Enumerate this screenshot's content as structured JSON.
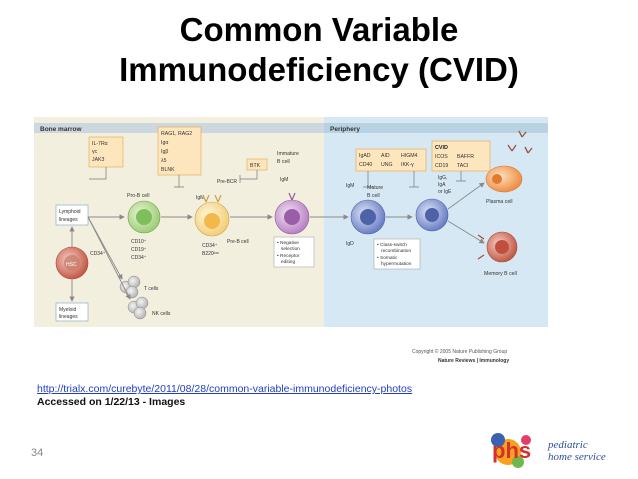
{
  "slide": {
    "title_line1": "Common Variable",
    "title_line2": "Immunodeficiency (CVID)",
    "source_url": "http://trialx.com/curebyte/2011/08/28/common-variable-immunodeficiency-photos",
    "accessed": "Accessed on 1/22/13 - Images",
    "page_number": "34"
  },
  "figure": {
    "regions": {
      "bone_marrow": "Bone marrow",
      "periphery": "Periphery"
    },
    "boxes": {
      "il7": [
        "IL-7Rα",
        "γc",
        "JAK3"
      ],
      "rag": [
        "RAG1, RAG2",
        "Igα",
        "Igβ",
        "λ5",
        "BLNK"
      ],
      "btk": "BTK",
      "periph_a": [
        "IgAD",
        "CD40"
      ],
      "periph_b": [
        "AID",
        "UNG"
      ],
      "periph_c": [
        "HIGM4",
        "IKK-γ"
      ],
      "cvid": [
        "CVID",
        "ICOS",
        "CD19"
      ],
      "cvid_b": [
        "BAFFR",
        "TACI"
      ]
    },
    "cells": {
      "lymphoid": [
        "Lymphoid",
        "lineages"
      ],
      "myeloid": [
        "Myeloid",
        "lineages"
      ],
      "hsc": "HSC",
      "cd34": "CD34⁺",
      "t_cells": "T cells",
      "nk_cells": "NK cells",
      "pro_b": "Pro-B cell",
      "pro_b_markers": [
        "CD10⁺",
        "CD19⁺",
        "CD34⁺"
      ],
      "pre_bcr": "Pre-BCR",
      "igm_pre": "IgM",
      "pre_b": "Pre-B cell",
      "pre_b_markers": [
        "CD34⁺",
        "B220ˡᵒʷ"
      ],
      "immature": [
        "Immature",
        "B cell"
      ],
      "igm_immature": "IgM",
      "immature_notes": [
        "• Negative",
        "selection",
        "• Receptor",
        "editing"
      ],
      "mature": [
        "Mature",
        "B cell"
      ],
      "igm_mature": "IgM",
      "igd": "IgD",
      "mature_notes": [
        "• Class-switch",
        "recombination",
        "• Somatic",
        "hypermutation"
      ],
      "switched": [
        "IgG,",
        "IgA",
        "or IgE"
      ],
      "plasma": "Plasma cell",
      "memory": "Memory B cell"
    },
    "copyright": "Copyright © 2005 Nature Publishing Group",
    "journal": "Nature Reviews | Immunology",
    "colors": {
      "marrow_bg": "#f3efdf",
      "periphery_bg": "#d6e8f3",
      "box_fill": "#fde6bd",
      "box_stroke": "#e0a64a",
      "header_bar": "#cdd7df"
    }
  },
  "logo": {
    "letters": "phs",
    "text": [
      "pediatric",
      "home service"
    ]
  }
}
